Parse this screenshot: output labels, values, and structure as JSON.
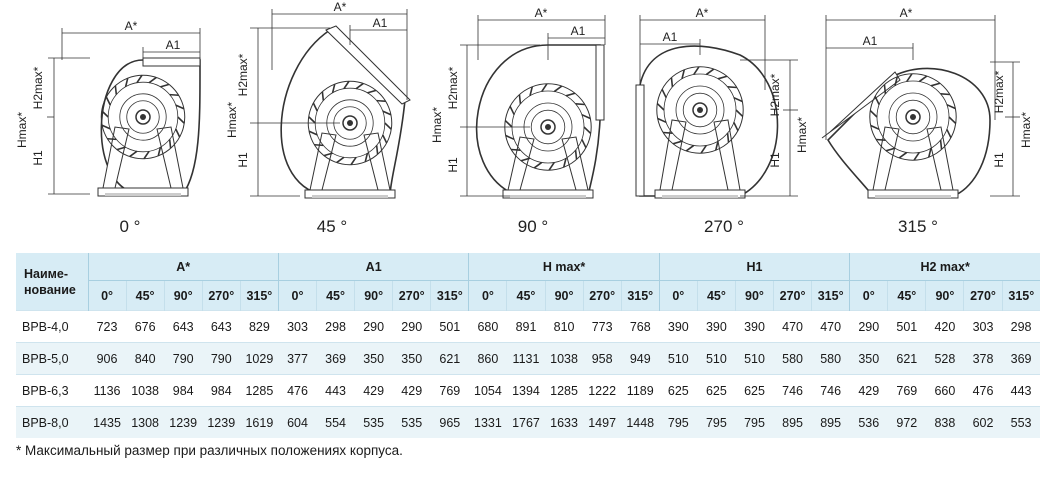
{
  "figures": {
    "captions": [
      "0 °",
      "45 °",
      "90 °",
      "270 °",
      "315 °"
    ],
    "labels": {
      "a_star": "A*",
      "a1": "A1",
      "hmax": "Hmax*",
      "h2max": "H2max*",
      "h1": "H1"
    }
  },
  "table": {
    "name_header_line1": "Наиме-",
    "name_header_line2": "нование",
    "groups": [
      "A*",
      "A1",
      "H max*",
      "H1",
      "H2 max*"
    ],
    "angles": [
      "0°",
      "45°",
      "90°",
      "270°",
      "315°"
    ],
    "rows": [
      {
        "name": "ВРВ-4,0",
        "values": [
          "723",
          "676",
          "643",
          "643",
          "829",
          "303",
          "298",
          "290",
          "290",
          "501",
          "680",
          "891",
          "810",
          "773",
          "768",
          "390",
          "390",
          "390",
          "470",
          "470",
          "290",
          "501",
          "420",
          "303",
          "298"
        ]
      },
      {
        "name": "ВРВ-5,0",
        "values": [
          "906",
          "840",
          "790",
          "790",
          "1029",
          "377",
          "369",
          "350",
          "350",
          "621",
          "860",
          "1131",
          "1038",
          "958",
          "949",
          "510",
          "510",
          "510",
          "580",
          "580",
          "350",
          "621",
          "528",
          "378",
          "369"
        ]
      },
      {
        "name": "ВРВ-6,3",
        "values": [
          "1136",
          "1038",
          "984",
          "984",
          "1285",
          "476",
          "443",
          "429",
          "429",
          "769",
          "1054",
          "1394",
          "1285",
          "1222",
          "1189",
          "625",
          "625",
          "625",
          "746",
          "746",
          "429",
          "769",
          "660",
          "476",
          "443"
        ]
      },
      {
        "name": "ВРВ-8,0",
        "values": [
          "1435",
          "1308",
          "1239",
          "1239",
          "1619",
          "604",
          "554",
          "535",
          "535",
          "965",
          "1331",
          "1767",
          "1633",
          "1497",
          "1448",
          "795",
          "795",
          "795",
          "895",
          "895",
          "536",
          "972",
          "838",
          "602",
          "553"
        ]
      }
    ]
  },
  "footnote": "* Максимальный размер при различных положениях корпуса.",
  "colors": {
    "header_bg": "#d7ecf5",
    "alt_row_bg": "#eaf4f8",
    "drawing_line": "#333333"
  }
}
